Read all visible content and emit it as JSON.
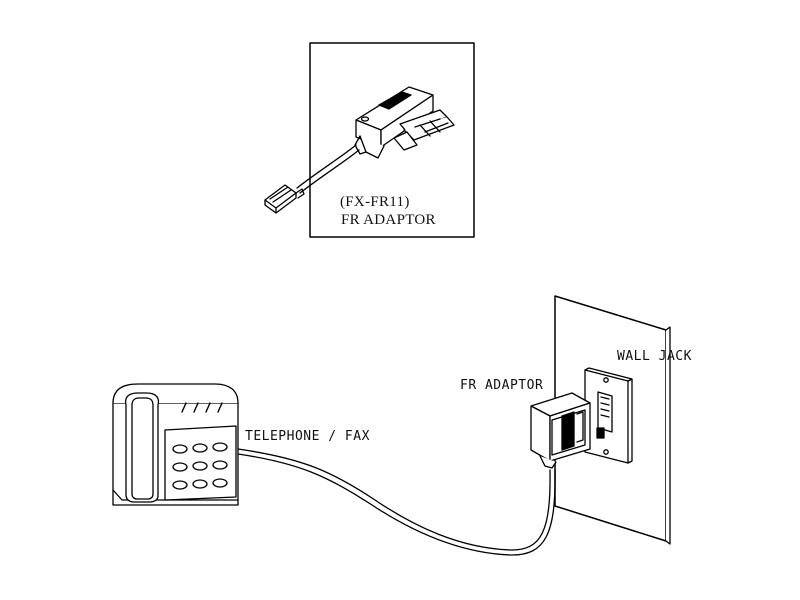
{
  "inset": {
    "model_label": "(FX-FR11)",
    "part_label": "FR ADAPTOR"
  },
  "scene": {
    "wall_jack_label": "WALL JACK",
    "adaptor_label": "FR ADAPTOR",
    "phone_label": "TELEPHONE / FAX"
  },
  "icons": {
    "adaptor": "fr-adaptor-icon",
    "plug": "rj11-plug-icon",
    "phone": "telephone-fax-icon",
    "wall_plate": "wall-plate-icon"
  },
  "colors": {
    "line": "#000000",
    "background": "#ffffff"
  }
}
